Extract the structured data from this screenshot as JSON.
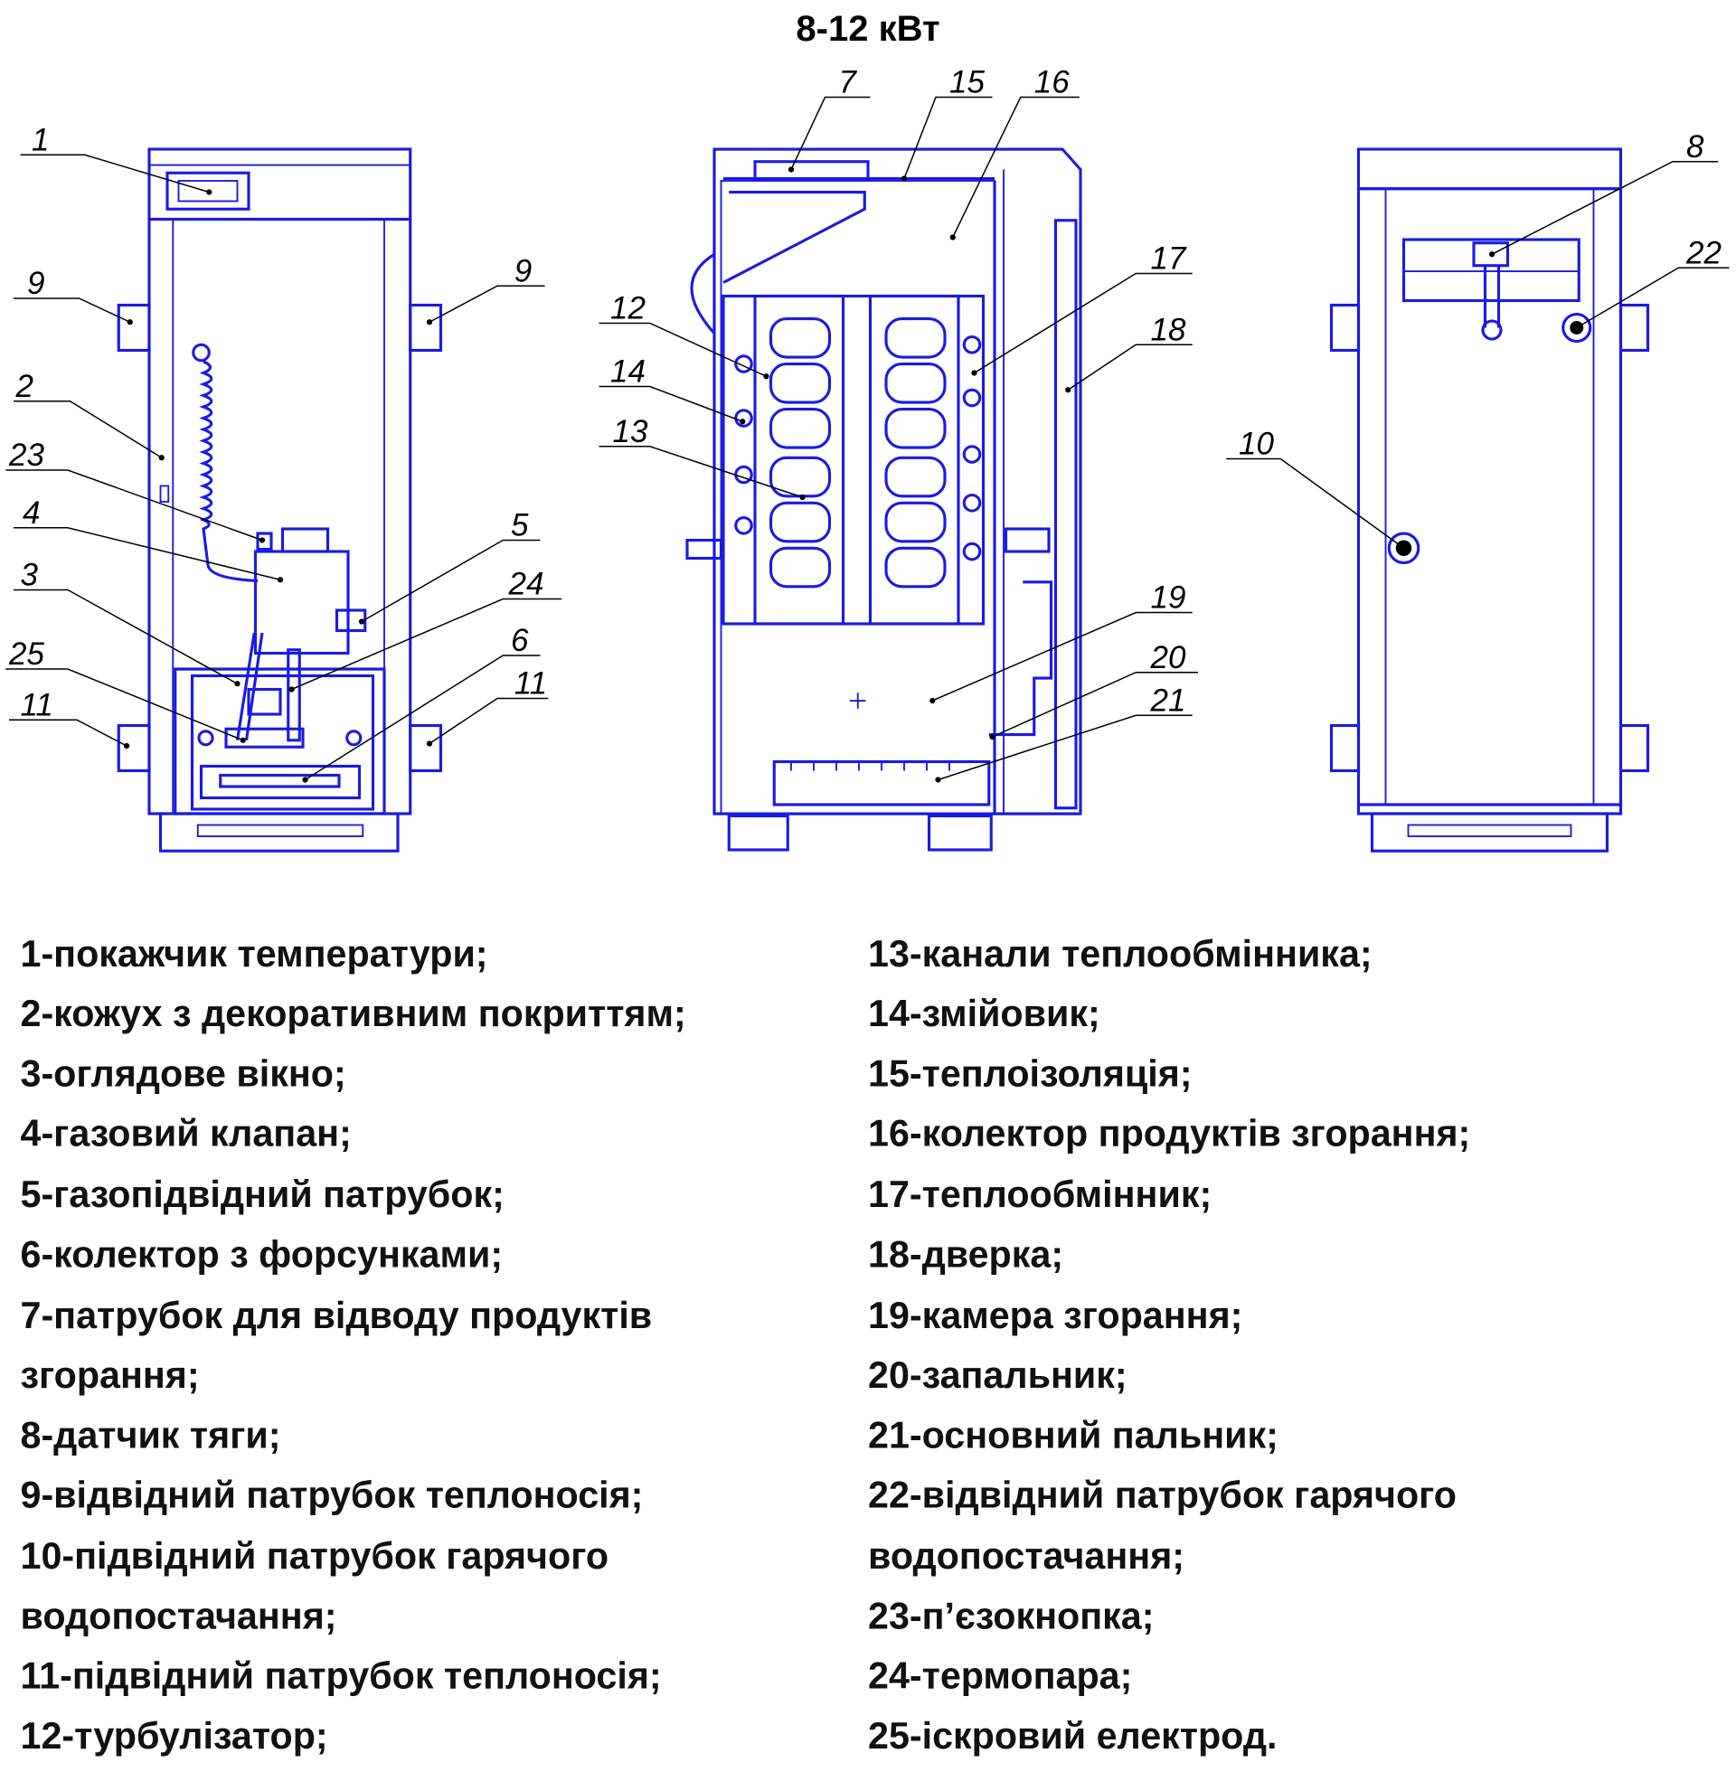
{
  "title": "8-12 кВт",
  "callouts": [
    "1",
    "2",
    "3",
    "4",
    "5",
    "6",
    "7",
    "8",
    "9",
    "10",
    "11",
    "12",
    "13",
    "14",
    "15",
    "16",
    "17",
    "18",
    "19",
    "20",
    "21",
    "22",
    "23",
    "24",
    "25"
  ],
  "legend": {
    "left": [
      "1-покажчик температури;",
      "2-кожух з декоративним покриттям;",
      "3-оглядове вікно;",
      "4-газовий клапан;",
      "5-газопідвідний патрубок;",
      "6-колектор з форсунками;",
      "7-патрубок для відводу продуктів",
      "згорання;",
      "8-датчик тяги;",
      "9-відвідний патрубок теплоносія;",
      "10-підвідний патрубок гарячого",
      "водопостачання;",
      "11-підвідний патрубок теплоносія;",
      "12-турбулізатор;"
    ],
    "right": [
      "13-канали теплообмінника;",
      "14-змійовик;",
      "15-теплоізоляція;",
      "16-колектор продуктів згорання;",
      "17-теплообмінник;",
      "18-дверка;",
      "19-камера згорання;",
      "20-запальник;",
      "21-основний пальник;",
      "22-відвідний патрубок гарячого",
      "водопостачання;",
      "23-п’єзокнопка;",
      "24-термопара;",
      "25-іскровий електрод."
    ]
  },
  "colors": {
    "drawing": "#1a1ae6",
    "text": "#111111"
  }
}
